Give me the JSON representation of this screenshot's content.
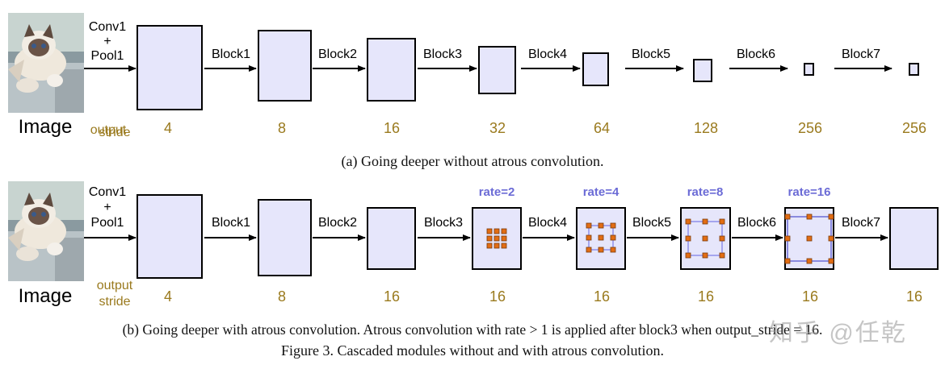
{
  "colors": {
    "block_fill": "#e6e6fb",
    "stride_text": "#9a7a1e",
    "rate_text": "#6b6bd6",
    "dot_fill": "#e26d14",
    "inner_square": "#7a7ae6"
  },
  "labels": {
    "image": "Image",
    "conv_line1": "Conv1",
    "conv_line2": "+",
    "conv_line3": "Pool1",
    "output_line1": "output",
    "output_line2": "stride"
  },
  "panel_a": {
    "edges": [
      "Block1",
      "Block2",
      "Block3",
      "Block4",
      "Block5",
      "Block6",
      "Block7"
    ],
    "strides": [
      "4",
      "8",
      "16",
      "32",
      "64",
      "128",
      "256",
      "256"
    ],
    "caption": "(a) Going deeper without atrous convolution."
  },
  "panel_b": {
    "edges": [
      "Block1",
      "Block2",
      "Block3",
      "Block4",
      "Block5",
      "Block6",
      "Block7"
    ],
    "strides": [
      "4",
      "8",
      "16",
      "16",
      "16",
      "16",
      "16",
      "16"
    ],
    "rates": [
      "rate=2",
      "rate=4",
      "rate=8",
      "rate=16"
    ],
    "caption": "(b) Going deeper with atrous convolution. Atrous convolution with rate > 1 is applied after block3 when output_stride = 16."
  },
  "figure_caption": "Figure 3. Cascaded modules without and with atrous convolution.",
  "watermark": "知乎 @任乾",
  "icons": {
    "cat": "cat-photo-icon"
  }
}
